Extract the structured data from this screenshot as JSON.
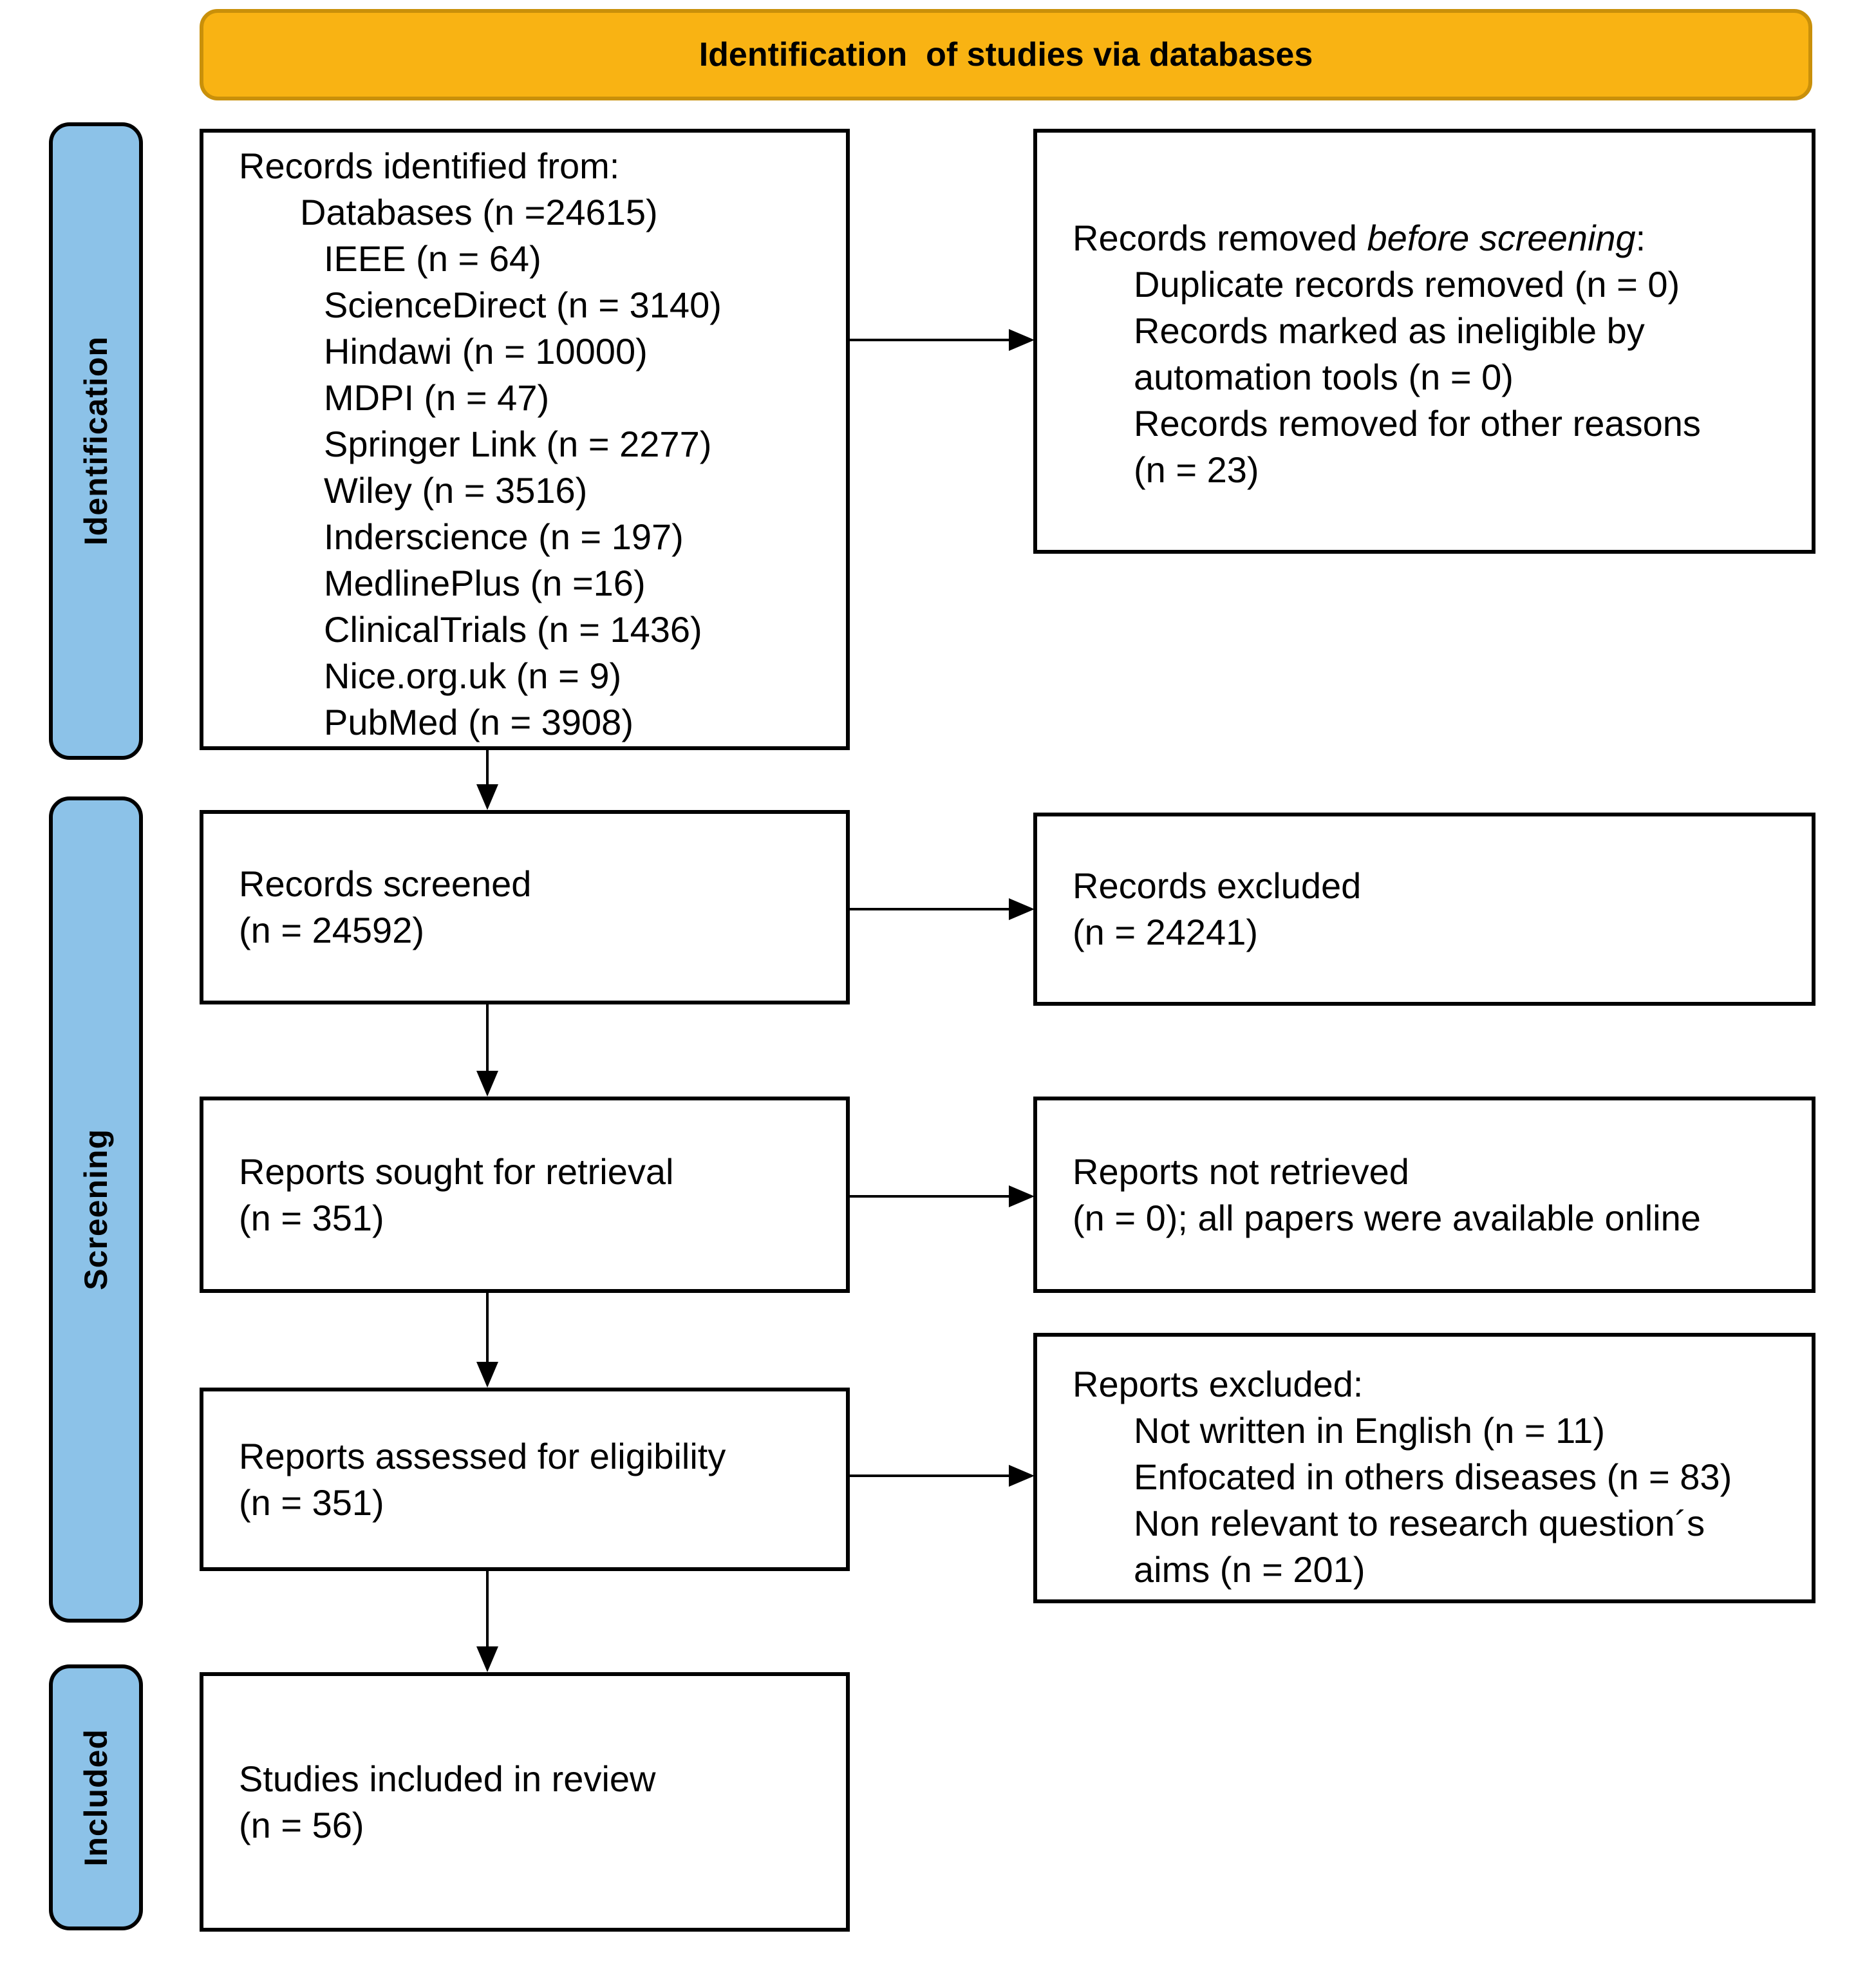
{
  "banner": {
    "title": "Identification  of studies via databases"
  },
  "stages": {
    "identification": "Identification",
    "screening": "Screening",
    "included": "Included"
  },
  "boxes": {
    "identified": {
      "lines": [
        "Records identified from:",
        "Databases (n =24615)",
        "IEEE (n = 64)",
        "ScienceDirect (n = 3140)",
        "Hindawi (n = 10000)",
        "MDPI (n = 47)",
        "Springer Link (n = 2277)",
        "Wiley (n = 3516)",
        "Inderscience (n = 197)",
        "MedlinePlus (n =16)",
        "ClinicalTrials (n = 1436)",
        "Nice.org.uk (n = 9)",
        "PubMed (n = 3908)"
      ]
    },
    "removed": {
      "title_prefix": "Records removed ",
      "title_italic": "before screening",
      "title_suffix": ":",
      "lines": [
        "Duplicate records removed (n = 0)",
        "Records marked as ineligible by",
        "automation tools (n = 0)",
        "Records removed for other reasons",
        "(n = 23)"
      ]
    },
    "screened": {
      "lines": [
        "Records screened",
        "(n = 24592)"
      ]
    },
    "excluded": {
      "lines": [
        "Records excluded",
        "(n = 24241)"
      ]
    },
    "sought": {
      "lines": [
        "Reports sought for retrieval",
        "(n = 351)"
      ]
    },
    "not_retrieved": {
      "lines": [
        "Reports not retrieved",
        "(n = 0); all papers were available online"
      ]
    },
    "assessed": {
      "lines": [
        "Reports assessed for eligibility",
        "(n = 351)"
      ]
    },
    "reports_excluded": {
      "title": "Reports excluded:",
      "lines": [
        "Not written in English (n = 11)",
        "Enfocated in others diseases (n = 83)",
        "Non relevant to research question´s",
        "aims (n = 201)"
      ]
    },
    "included_review": {
      "lines": [
        "Studies included in review",
        "(n = 56)"
      ]
    }
  },
  "colors": {
    "banner_bg": "#F9B313",
    "banner_border": "#C9900A",
    "stage_bg": "#8CC2E8"
  }
}
